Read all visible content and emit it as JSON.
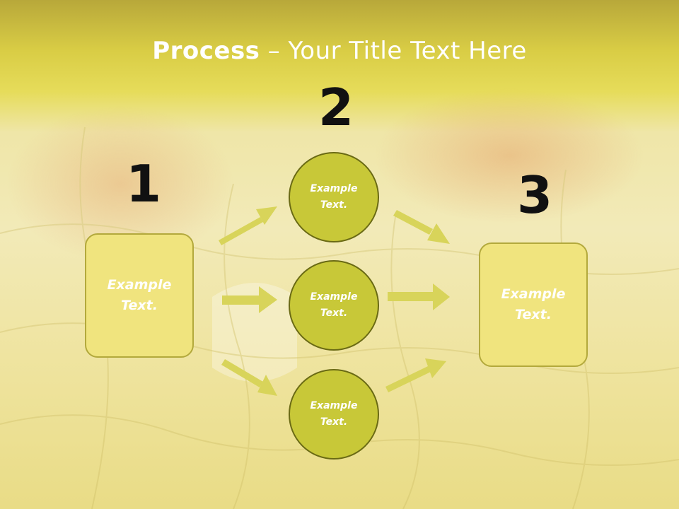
{
  "title": {
    "bold": "Process",
    "rest": " – Your Title Text Here"
  },
  "steps": [
    {
      "number": "1",
      "box_text": "Example Text."
    },
    {
      "number": "2"
    },
    {
      "number": "3",
      "box_text": "Example Text."
    }
  ],
  "circles": [
    {
      "text": "Example Text."
    },
    {
      "text": "Example Text."
    },
    {
      "text": "Example Text."
    }
  ],
  "colors": {
    "box_fill": "#f0e47e",
    "circle_fill": "#c8c838",
    "arrow": "#d8d45a"
  }
}
